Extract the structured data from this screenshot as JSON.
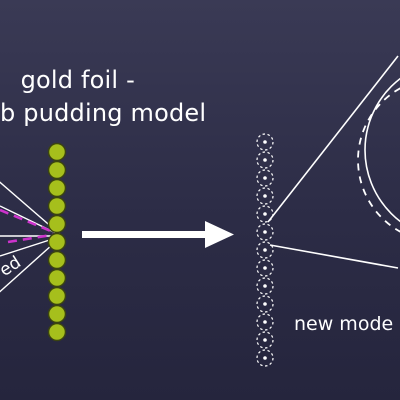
{
  "slide": {
    "title_line_1": "gold foil -",
    "title_line_2": "b pudding model",
    "left_rotated_label": "ed",
    "right_label": "new mode",
    "colors": {
      "background": "#2e2e48",
      "gold_atom": "#a6bf1c",
      "gold_atom_outline": "#3b4410",
      "deflected_path": "#cc33cc",
      "beam": "#ffffff"
    },
    "icons": {
      "arrow": "right-arrow-icon"
    }
  }
}
